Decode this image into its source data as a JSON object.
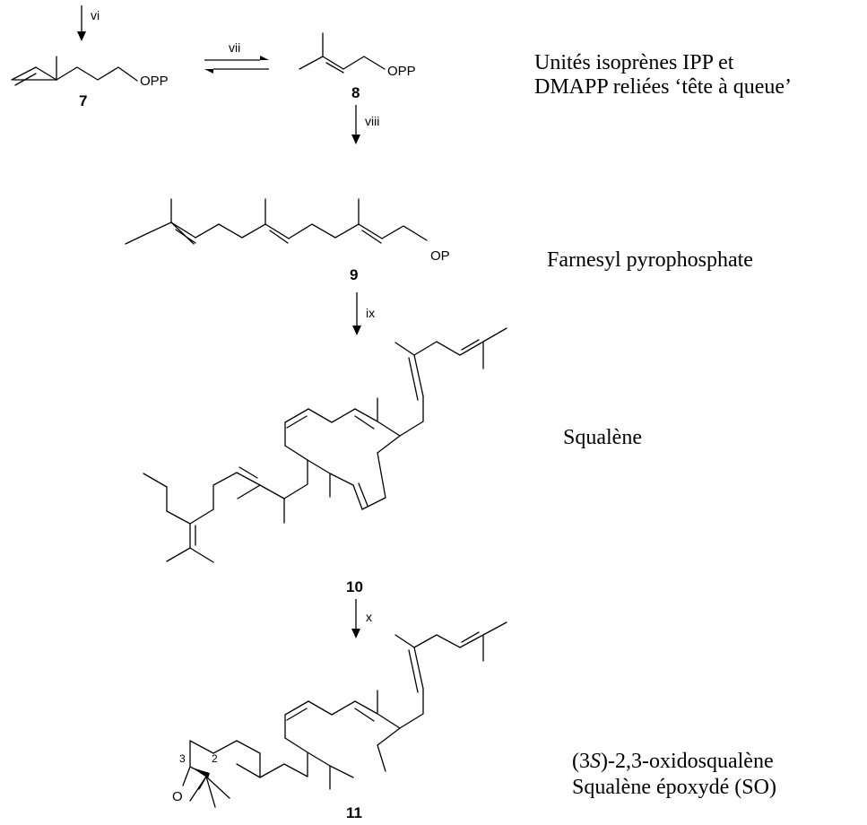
{
  "steps": {
    "vi": "vi",
    "vii": "vii",
    "viii": "viii",
    "ix": "ix",
    "x": "x"
  },
  "compounds": {
    "c7": {
      "number": "7",
      "group": "OPP"
    },
    "c8": {
      "number": "8",
      "group": "OPP"
    },
    "c9": {
      "number": "9",
      "group": "OP",
      "name": "Farnesyl pyrophosphate"
    },
    "c10": {
      "number": "10",
      "name": "Squalène"
    },
    "c11": {
      "number": "11",
      "name_line1_prefix": "(3",
      "name_line1_italic": "S",
      "name_line1_suffix": ")-2,3-oxidosqualène",
      "name_line2": "Squalène époxydé (SO)",
      "oxygen": "O",
      "pos3": "3",
      "pos2": "2"
    }
  },
  "notes": {
    "isoprene_line1": "Unités isoprènes IPP et",
    "isoprene_line2": "DMAPP reliées ‘tête à queue’"
  }
}
